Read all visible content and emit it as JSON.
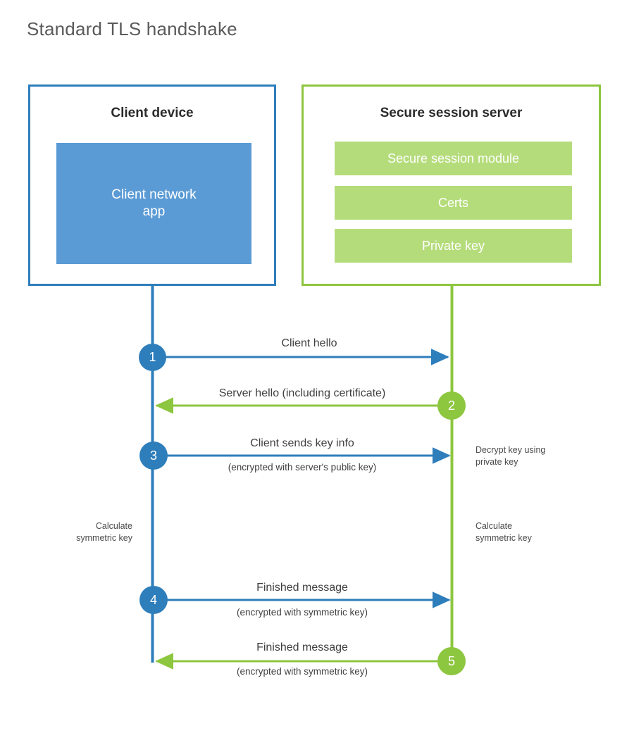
{
  "title": "Standard TLS handshake",
  "colors": {
    "client_border": "#2E7EBB",
    "client_fill": "#5B9BD5",
    "server_border": "#8DC63F",
    "server_fill": "#B5DC7B",
    "client_line": "#2E7EBB",
    "server_line": "#8DC63F",
    "title_text": "#5A5A5A",
    "label_text": "#3F3F3F"
  },
  "client": {
    "title": "Client device",
    "app_label": "Client network\napp",
    "app_label_line1": "Client network",
    "app_label_line2": "app"
  },
  "server": {
    "title": "Secure session server",
    "components": [
      {
        "label": "Secure session module"
      },
      {
        "label": "Certs"
      },
      {
        "label": "Private key"
      }
    ]
  },
  "steps": [
    {
      "number": "1",
      "side": "client",
      "direction": "right",
      "main": "Client hello",
      "sub": ""
    },
    {
      "number": "2",
      "side": "server",
      "direction": "left",
      "main": "Server hello (including certificate)",
      "sub": ""
    },
    {
      "number": "3",
      "side": "client",
      "direction": "right",
      "main": "Client sends key info",
      "sub": "(encrypted with server's public key)"
    },
    {
      "number": "4",
      "side": "client",
      "direction": "right",
      "main": "Finished message",
      "sub": "(encrypted with symmetric key)"
    },
    {
      "number": "5",
      "side": "server",
      "direction": "left",
      "main": "Finished message",
      "sub": "(encrypted with symmetric key)"
    }
  ],
  "notes": {
    "decrypt_key": "Decrypt key using\nprivate key",
    "calc_symmetric_client": "Calculate\nsymmetric key",
    "calc_symmetric_server": "Calculate\nsymmetric key"
  }
}
